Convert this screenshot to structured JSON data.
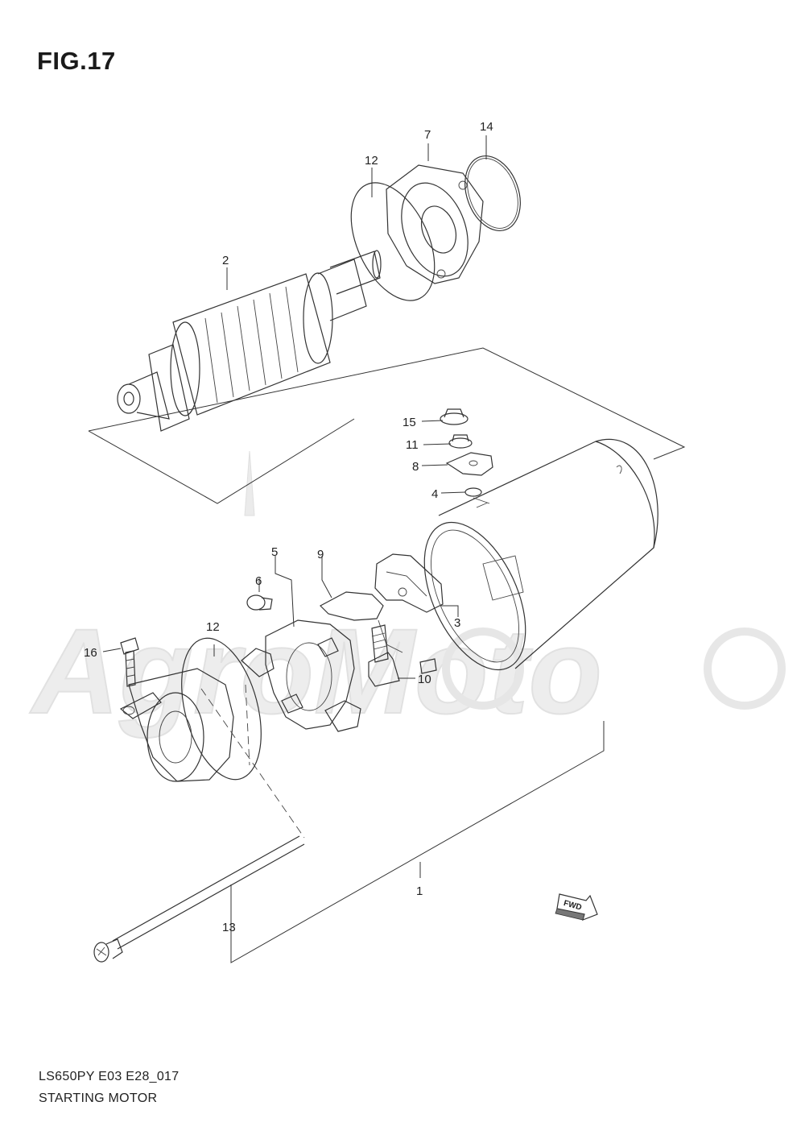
{
  "figure_title": "FIG.17",
  "model_code": "LS650PY E03 E28_017",
  "section_title": "STARTING MOTOR",
  "watermark_text": "AgroMoto",
  "fwd_label": "FWD",
  "callouts": {
    "c1": "1",
    "c2": "2",
    "c3": "3",
    "c4": "4",
    "c5": "5",
    "c6": "6",
    "c7": "7",
    "c8": "8",
    "c9": "9",
    "c10": "10",
    "c11": "11",
    "c12a": "12",
    "c12b": "12",
    "c13": "13",
    "c14": "14",
    "c15": "15",
    "c16": "16"
  }
}
